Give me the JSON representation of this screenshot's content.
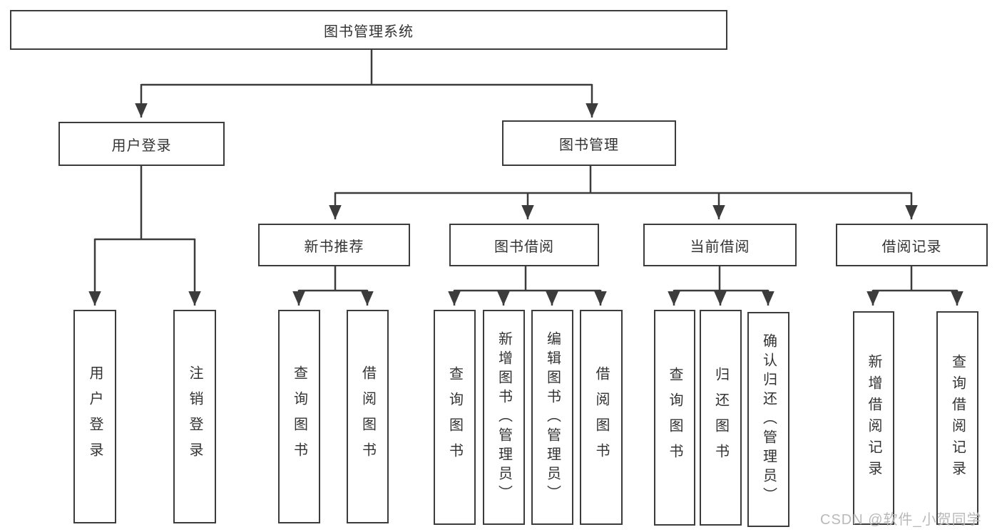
{
  "diagram": {
    "title": "图书管理系统",
    "level2": {
      "user_login": "用户登录",
      "book_management": "图书管理"
    },
    "level3": {
      "new_book_recommend": "新书推荐",
      "book_borrow": "图书借阅",
      "current_borrow": "当前借阅",
      "borrow_records": "借阅记录"
    },
    "leaves": {
      "user_login": [
        "用户登录",
        "注销登录"
      ],
      "new_book_recommend": [
        "查询图书",
        "借阅图书"
      ],
      "book_borrow": [
        "查询图书",
        "新增图书（管理员）",
        "编辑图书（管理员）",
        "借阅图书"
      ],
      "current_borrow": [
        "查询图书",
        "归还图书",
        "确认归还（管理员）"
      ],
      "borrow_records": [
        "新增借阅记录",
        "查询借阅记录"
      ]
    }
  },
  "watermark": "CSDN @软件_小贺同学",
  "colors": {
    "line": "#3c3c3c",
    "text": "#333333",
    "watermark": "#b9b9b9",
    "background": "#ffffff"
  }
}
